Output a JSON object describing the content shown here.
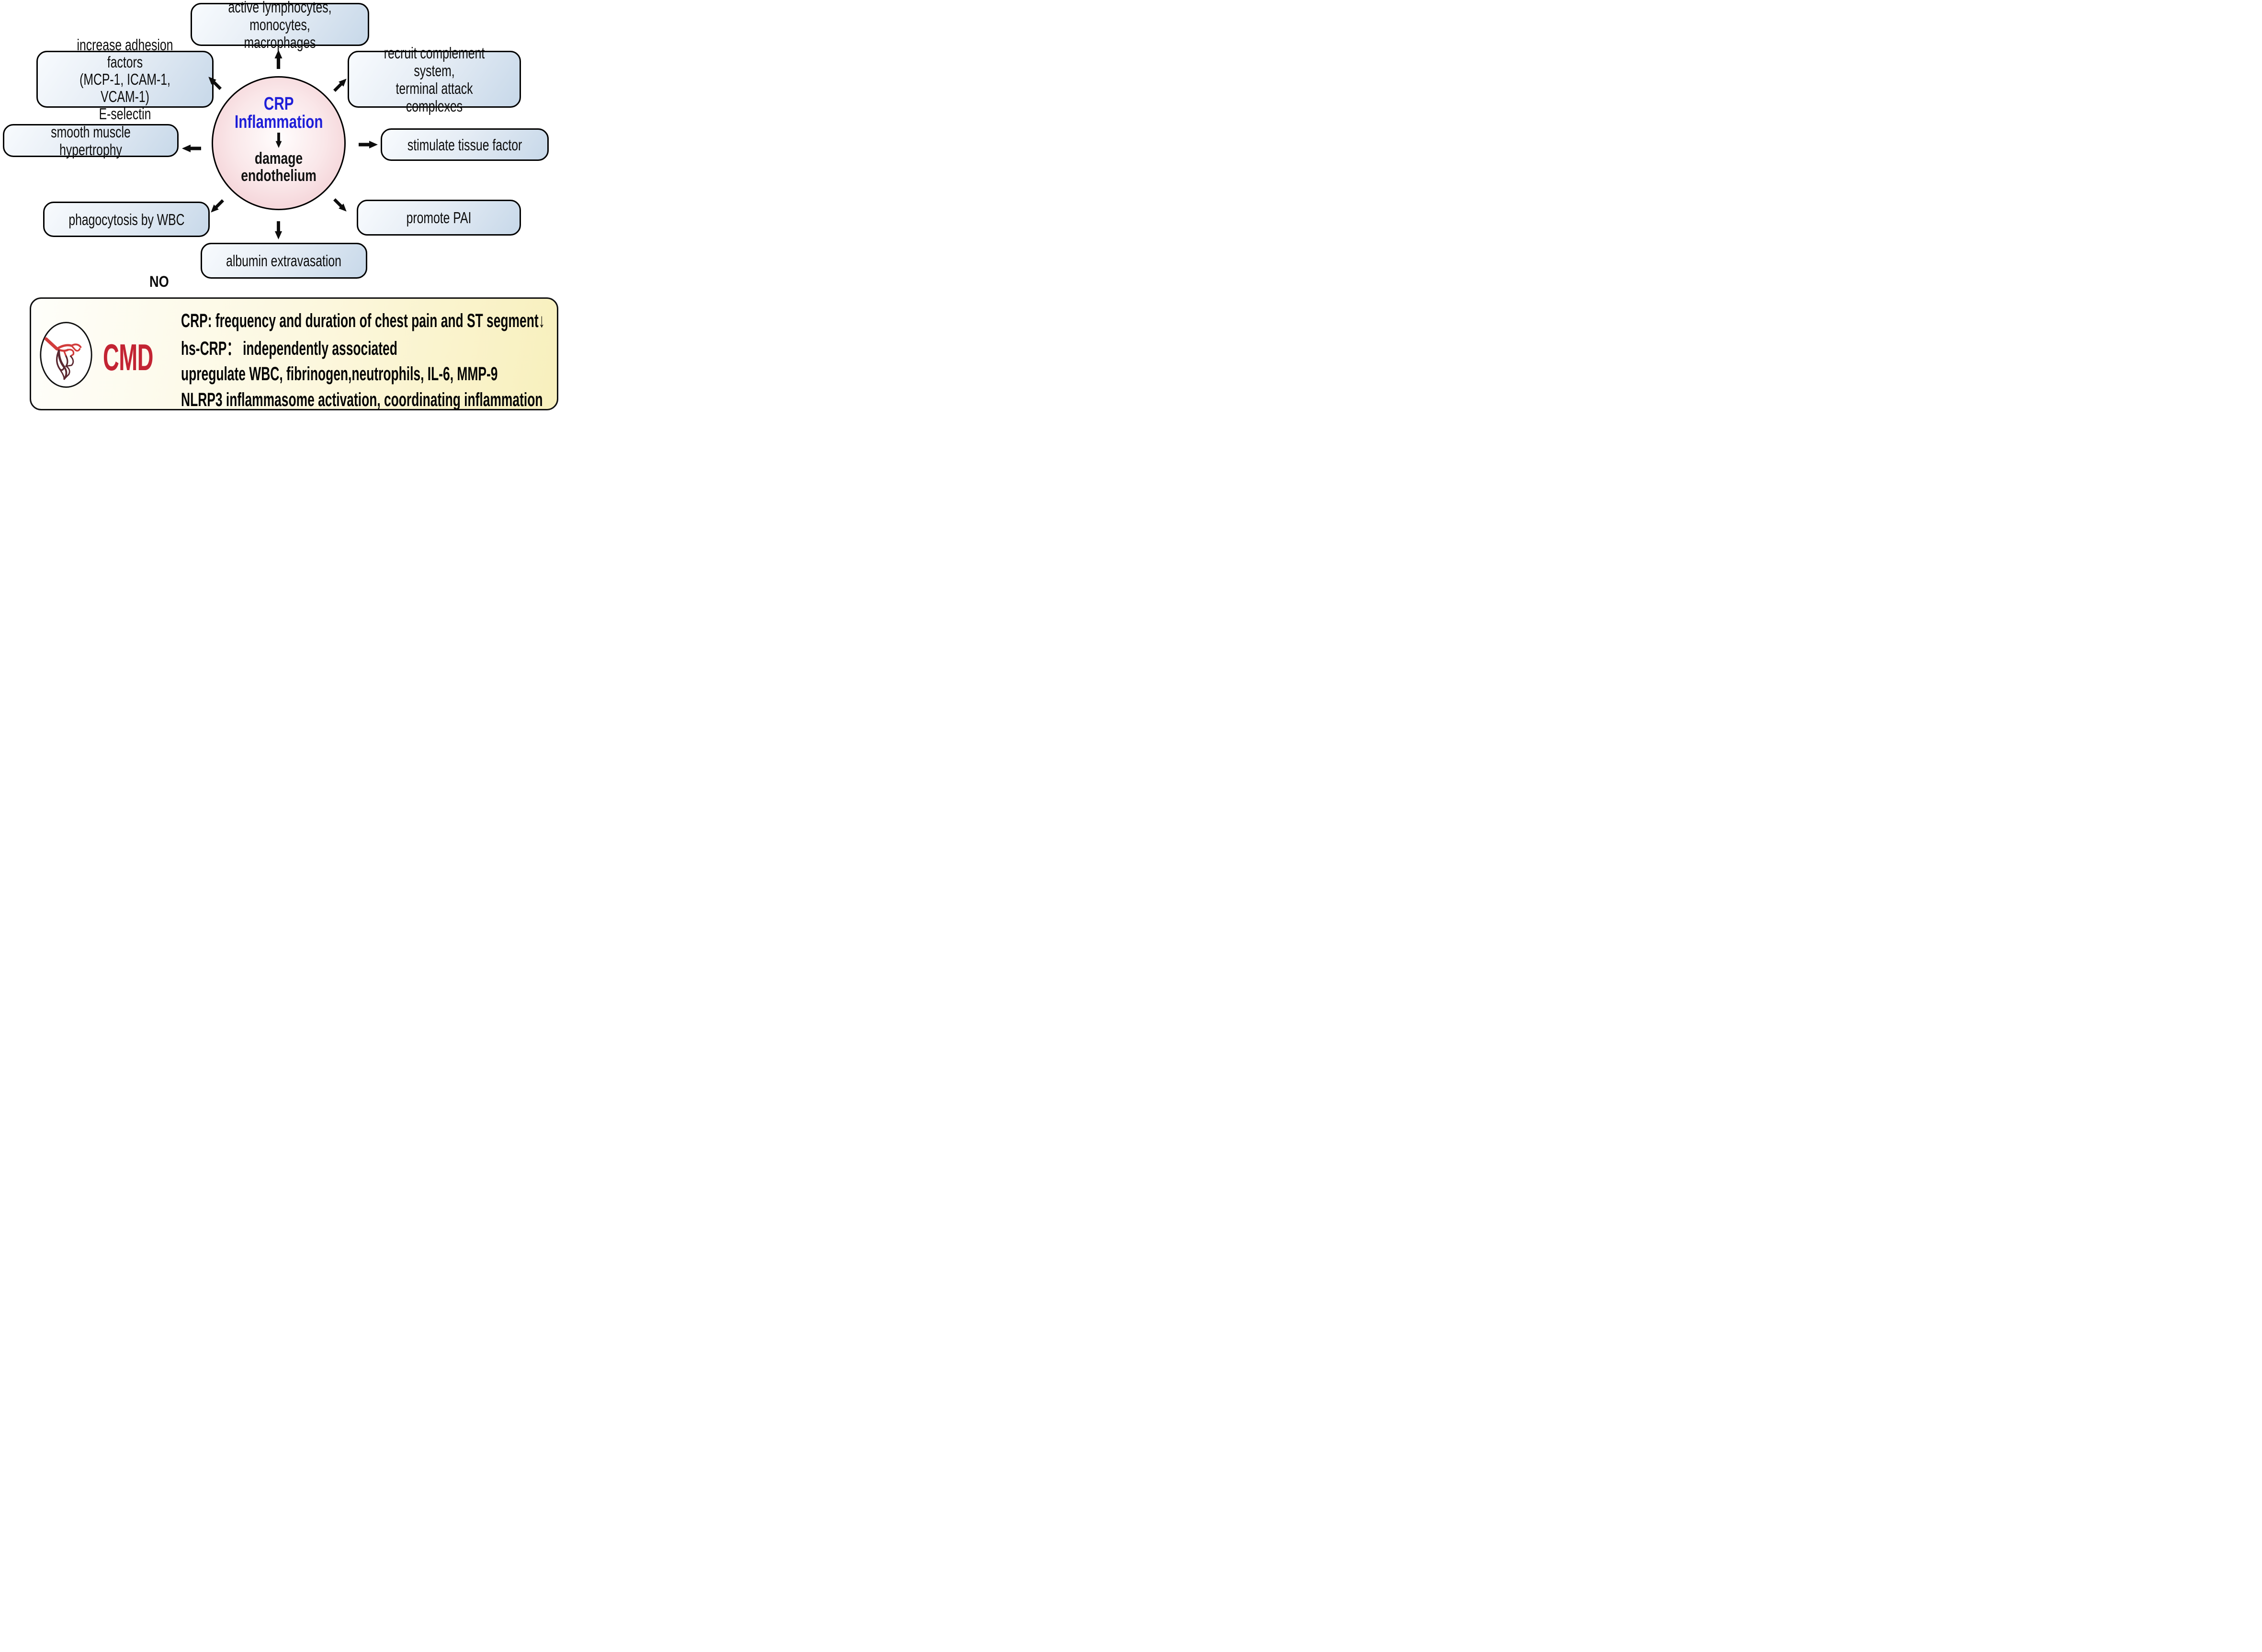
{
  "figure": {
    "center": {
      "title": "CRP\nInflammation",
      "subtitle": "damage\nendothelium"
    },
    "boxes": {
      "top": "active lymphocytes,\nmonocytes, macrophages",
      "top_left": "increase adhesion factors\n(MCP-1, ICAM-1, VCAM-1)\nE-selectin",
      "top_right": "recruit complement system,\nterminal attack complexes",
      "left": "smooth muscle hypertrophy",
      "right": "stimulate tissue factor",
      "bottom_left": "phagocytosis by WBC",
      "bottom_right": "promote PAI",
      "bottom": "albumin extravasation"
    },
    "no_label": "NO",
    "panel": {
      "logo_text": "CMD",
      "lines": [
        "CRP: frequency and duration of chest pain and ST segment↓",
        "hs-CRP： independently associated",
        "upregulate WBC, fibrinogen,neutrophils, IL-6, MMP-9",
        "NLRP3 inflammasome activation, coordinating inflammation"
      ]
    },
    "colors": {
      "accent_blue": "#1e1ed8",
      "cmd_red": "#c32433",
      "circle_pink_edge": "#f0c5cb",
      "box_blue_edge": "#c7d8e9",
      "panel_yellow": "#f8f0bd",
      "arrow_black": "#0d0d0d",
      "vessel_red": "#d23c3c",
      "vessel_dark": "#5a2730"
    },
    "icons": {
      "arrows": [
        "arrow-up-icon",
        "arrow-up-left-icon",
        "arrow-up-right-icon",
        "arrow-left-icon",
        "arrow-right-icon",
        "arrow-down-left-icon",
        "arrow-down-right-icon",
        "arrow-down-icon",
        "arrow-down-small-icon"
      ],
      "logo": "microvasculature-icon"
    }
  }
}
